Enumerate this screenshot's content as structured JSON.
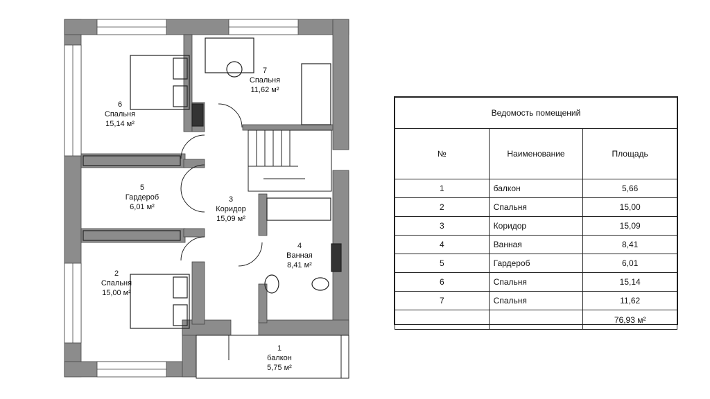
{
  "rooms": [
    {
      "num": "1",
      "name": "балкон",
      "area": "5,75 м²"
    },
    {
      "num": "2",
      "name": "Спальня",
      "area": "15,00 м²"
    },
    {
      "num": "3",
      "name": "Коридор",
      "area": "15,09 м²"
    },
    {
      "num": "4",
      "name": "Ванная",
      "area": "8,41 м²"
    },
    {
      "num": "5",
      "name": "Гардероб",
      "area": "6,01 м²"
    },
    {
      "num": "6",
      "name": "Спальня",
      "area": "15,14 м²"
    },
    {
      "num": "7",
      "name": "Спальня",
      "area": "11,62 м²"
    }
  ],
  "schedule": {
    "title": "Ведомость помещений",
    "headers": {
      "num": "№",
      "name": "Наименование",
      "area": "Площадь"
    },
    "rows": [
      {
        "num": "1",
        "name": "балкон",
        "area": "5,66"
      },
      {
        "num": "2",
        "name": "Спальня",
        "area": "15,00"
      },
      {
        "num": "3",
        "name": "Коридор",
        "area": "15,09"
      },
      {
        "num": "4",
        "name": "Ванная",
        "area": "8,41"
      },
      {
        "num": "5",
        "name": "Гардероб",
        "area": "6,01"
      },
      {
        "num": "6",
        "name": "Спальня",
        "area": "15,14"
      },
      {
        "num": "7",
        "name": "Спальня",
        "area": "11,62"
      }
    ],
    "total": "76,93 м²"
  },
  "colors": {
    "wall": "#8c8c8c",
    "line": "#222222"
  }
}
